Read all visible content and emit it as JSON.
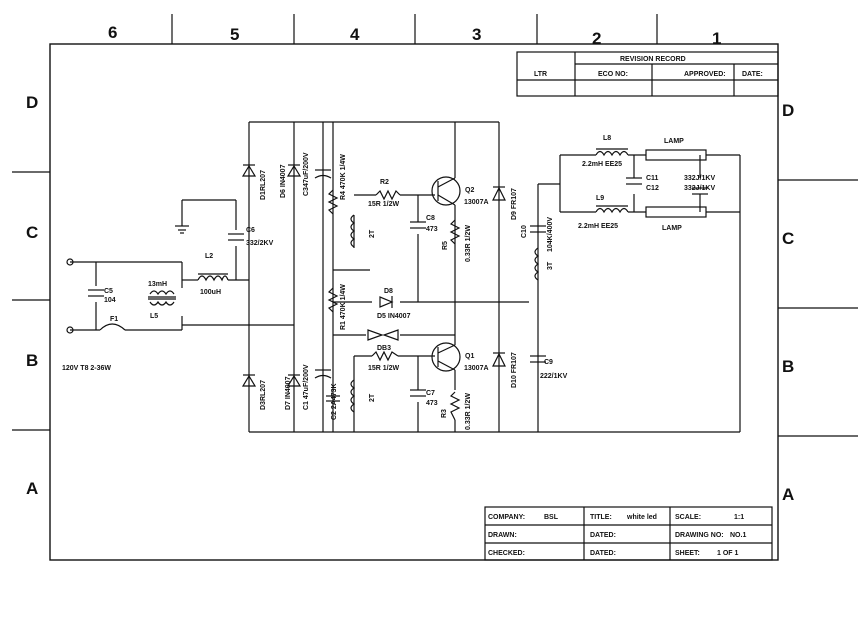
{
  "zones": {
    "columns": [
      "6",
      "5",
      "4",
      "3",
      "2",
      "1"
    ],
    "rows_left": [
      "D",
      "C",
      "B",
      "A"
    ],
    "rows_right": [
      "D",
      "C",
      "B",
      "A"
    ]
  },
  "revision": {
    "title": "REVISION RECORD",
    "ltr": "LTR",
    "eco": "ECO NO:",
    "approved": "APPROVED:",
    "date": "DATE:"
  },
  "title_block": {
    "company_label": "COMPANY:",
    "company": "BSL",
    "title_label": "TITLE:",
    "title": "white led",
    "scale_label": "SCALE:",
    "scale": "1:1",
    "drawn_label": "DRAWN:",
    "dated1_label": "DATED:",
    "drawing_no_label": "DRAWING NO:",
    "drawing_no": "NO.1",
    "checked_label": "CHECKED:",
    "dated2_label": "DATED:",
    "sheet_label": "SHEET:",
    "sheet": "1 OF 1"
  },
  "labels": {
    "input": "120V T8 2-36W",
    "c5": "C5",
    "c5v": "104",
    "f1": "F1",
    "l5ind": "13mH",
    "l5": "L5",
    "l2": "L2",
    "l2v": "100uH",
    "c6": "C6",
    "c6v": "332/2KV",
    "d1": "D1RL207",
    "d6": "D6 IN4007",
    "c3": "C347uF/200V",
    "r4": "R4 470K 1/4W",
    "r2": "R2",
    "r2v": "15R 1/2W",
    "q2": "Q2",
    "q2v": "13007A",
    "c8": "C8",
    "c8v": "473",
    "t2t": "2T",
    "r5": "R5",
    "r5v": "0.33R 1/2W",
    "d9": "D9 FR107",
    "c10": "C10",
    "c10v": "104K/400V",
    "t3t": "3T",
    "l8": "L8",
    "l8v": "2.2mH EE25",
    "l9": "L9",
    "l9v": "2.2mH EE25",
    "lamp1": "LAMP",
    "lamp2": "LAMP",
    "c11": "C11",
    "c11v": "332J/1KV",
    "c12": "C12",
    "c12v": "332J/1KV",
    "r1": "R1 470K 1/4W",
    "d8": "D8",
    "d5": "D5 IN4007",
    "db3": "DB3",
    "r3b": "15R 1/2W",
    "q1": "Q1",
    "q1v": "13007A",
    "c7": "C7",
    "c7v": "473",
    "r3": "R3",
    "r3v": "0.33R 1/2W",
    "d10": "D10 FR107",
    "c9": "C9",
    "c9v": "222/1KV",
    "d3": "D3RL207",
    "d7": "D7 IN4007",
    "c1": "C1 47uF/200V",
    "c2": "C2 2A473K",
    "t2tb": "2T"
  }
}
